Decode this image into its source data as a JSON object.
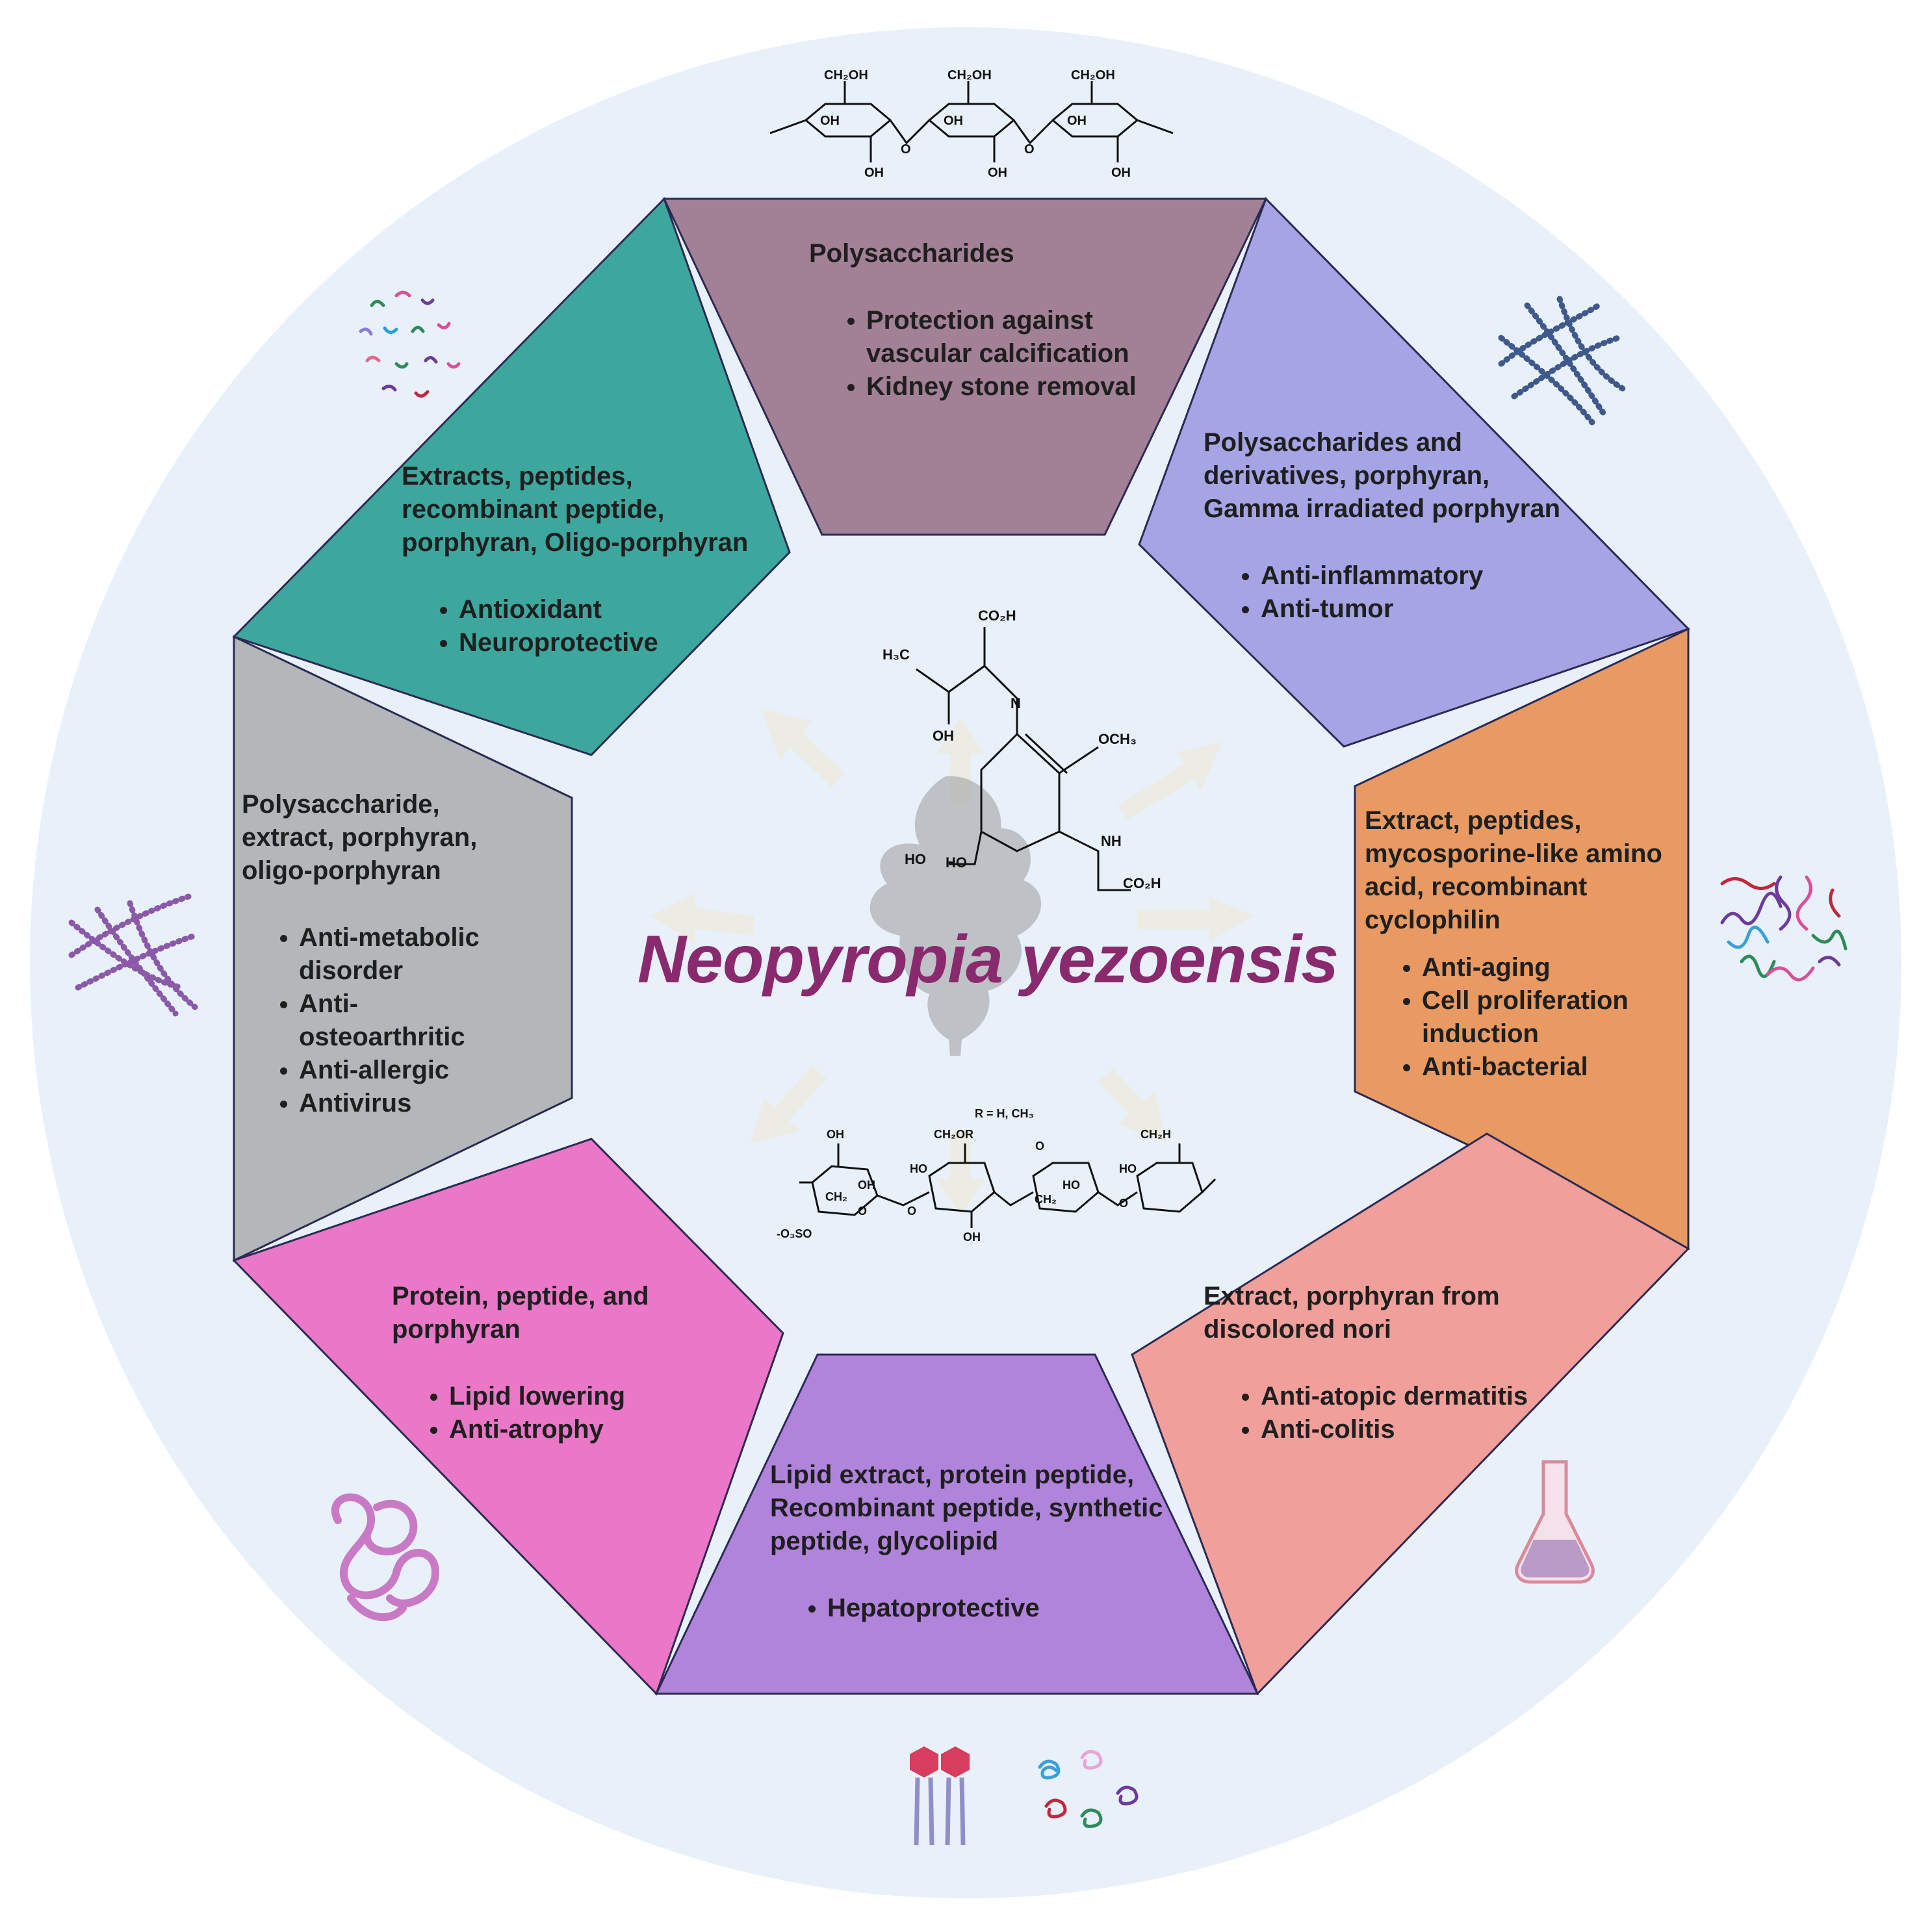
{
  "title": "Neopyropia yezoensis",
  "segments": [
    {
      "id": "top",
      "color": "#a28196",
      "heading": "Polysaccharides",
      "items": [
        "Protection against vascular calcification",
        "Kidney stone removal"
      ]
    },
    {
      "id": "top-right",
      "color": "#a5a4e4",
      "heading": "Polysaccharides and derivatives, porphyran, Gamma irradiated porphyran",
      "items": [
        "Anti-inflammatory",
        "Anti-tumor"
      ]
    },
    {
      "id": "right",
      "color": "#e89a62",
      "heading": "Extract, peptides, mycosporine-like amino acid, recombinant cyclophilin",
      "items": [
        "Anti-aging",
        "Cell proliferation induction",
        "Anti-bacterial"
      ]
    },
    {
      "id": "bottom-right",
      "color": "#f19f9b",
      "heading": "Extract, porphyran from discolored nori",
      "items": [
        "Anti-atopic dermatitis",
        "Anti-colitis"
      ]
    },
    {
      "id": "bottom",
      "color": "#b184dc",
      "heading": "Lipid extract, protein  peptide, Recombinant peptide, synthetic peptide, glycolipid",
      "items": [
        "Hepatoprotective"
      ]
    },
    {
      "id": "bottom-left",
      "color": "#ea77c7",
      "heading": "Protein, peptide, and porphyran",
      "items": [
        "Lipid lowering",
        "Anti-atrophy"
      ]
    },
    {
      "id": "left",
      "color": "#b3b7b9",
      "heading": "Polysaccharide, extract, porphyran, oligo-porphyran",
      "items": [
        "Anti-metabolic disorder",
        "Anti-osteoarthritic",
        "Anti-allergic",
        "Antivirus"
      ]
    },
    {
      "id": "top-left",
      "color": "#3da79e",
      "heading": "Extracts, peptides, recombinant peptide, porphyran, Oligo-porphyran",
      "items": [
        "Antioxidant",
        "Neuroprotective"
      ]
    }
  ],
  "chemistry": {
    "top_chain": [
      "CH₂OH",
      "CH₂OH",
      "CH₂OH",
      "OH",
      "OH",
      "OH",
      "O",
      "O",
      "OH",
      "OH",
      "OH"
    ],
    "mycosporine": [
      "CO₂H",
      "H₃C",
      "OH",
      "N",
      "OCH₃",
      "HO",
      "HO",
      "NH",
      "CO₂H"
    ],
    "porphyran_note": "R = H, CH₃",
    "porphyran": [
      "OH",
      "CH₂OR",
      "O",
      "CH₂H",
      "HO",
      "OH",
      "HO",
      "HO",
      "CH₂",
      "O",
      "CH₂",
      "O",
      "-O₃SO",
      "OH",
      "O"
    ]
  },
  "colors": {
    "background_disc": "#e8f0fa",
    "title": "#8a2a6e",
    "arrows": "#ecebe4"
  }
}
